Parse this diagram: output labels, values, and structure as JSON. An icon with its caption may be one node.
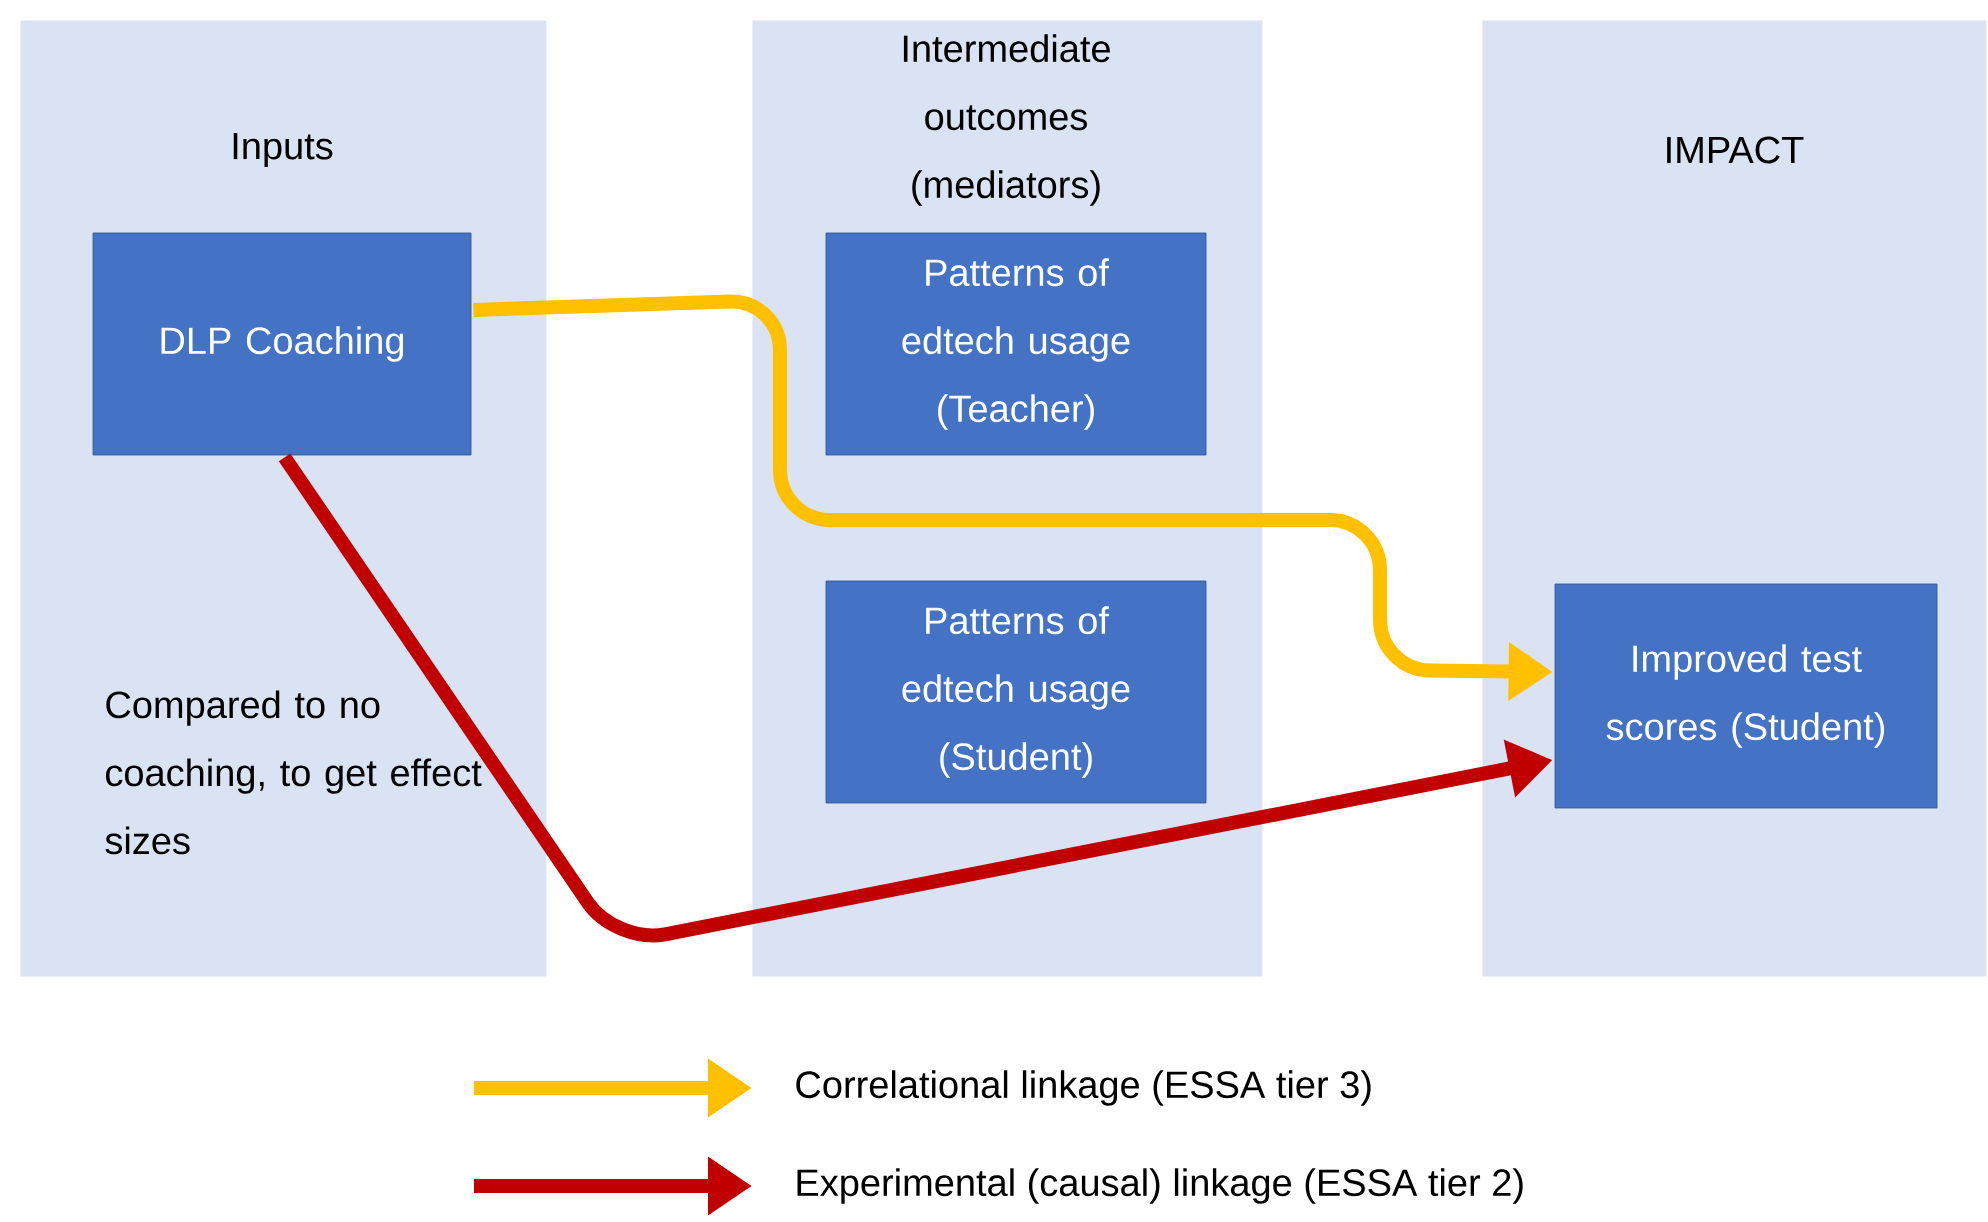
{
  "diagram": {
    "nodes": [
      {
        "text": [
          "Inputs",
          "Compared to no coaching, to get effect sizes"
        ]
      },
      {
        "text": [
          "Intermediate outcomes (mediators)"
        ]
      },
      {
        "text": [
          "IMPACT"
        ]
      },
      {
        "text": [
          "DLP Coaching"
        ],
        "in": 0
      },
      {
        "text": [
          "Patterns of edtech usage (Teacher)"
        ],
        "in": 1
      },
      {
        "text": [
          "Patterns of edtech usage (Student)"
        ],
        "in": 1
      },
      {
        "text": [
          "Improved test scores (Student)"
        ],
        "in": 2
      }
    ],
    "edges": [
      {
        "from": 3,
        "to": 6,
        "arrow": "to",
        "color": "#ffc000"
      },
      {
        "from": 3,
        "to": 6,
        "arrow": "to",
        "color": "#c00000"
      }
    ],
    "legend": [
      {
        "text": "Correlational linkage (ESSA tier 3)"
      },
      {
        "text": "Experimental (causal) linkage (ESSA tier 2)"
      }
    ]
  }
}
